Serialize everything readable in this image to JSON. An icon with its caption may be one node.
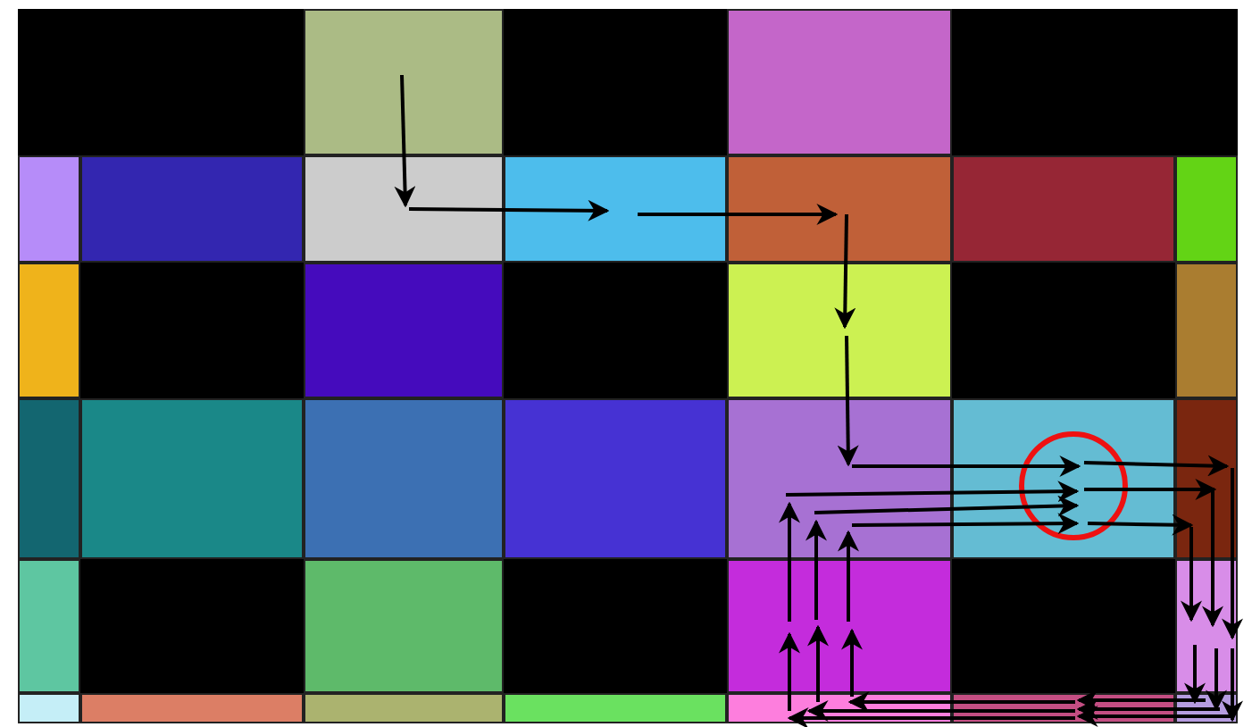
{
  "diagram": {
    "nodes": [
      {
        "text": [],
        "shape": "box"
      },
      {
        "text": [],
        "shape": "box"
      },
      {
        "text": [],
        "shape": "box"
      },
      {
        "text": [],
        "shape": "box"
      },
      {
        "text": [],
        "shape": "box"
      },
      {
        "text": [],
        "shape": "box"
      },
      {
        "text": [],
        "shape": "box"
      },
      {
        "text": [],
        "shape": "box"
      },
      {
        "text": [],
        "shape": "box"
      },
      {
        "text": [],
        "shape": "box"
      },
      {
        "text": [],
        "shape": "box"
      },
      {
        "text": [],
        "shape": "box"
      },
      {
        "text": [],
        "shape": "box"
      },
      {
        "text": [],
        "shape": "box"
      },
      {
        "text": [],
        "shape": "box"
      },
      {
        "text": [],
        "shape": "box"
      },
      {
        "text": [],
        "shape": "box"
      },
      {
        "text": [],
        "shape": "box"
      },
      {
        "text": [],
        "shape": "box"
      },
      {
        "text": [],
        "shape": "box"
      },
      {
        "text": [],
        "shape": "box"
      },
      {
        "text": [],
        "shape": "box"
      },
      {
        "text": [],
        "shape": "box"
      },
      {
        "text": [],
        "shape": "box"
      },
      {
        "text": [],
        "shape": "box"
      },
      {
        "text": [],
        "shape": "box"
      },
      {
        "text": [],
        "shape": "box"
      },
      {
        "text": [],
        "shape": "box"
      },
      {
        "text": [],
        "shape": "box"
      },
      {
        "text": [],
        "shape": "box"
      },
      {
        "text": [],
        "shape": "box"
      }
    ],
    "edges": [
      {
        "from": 0,
        "to": 4,
        "arrow": "to"
      },
      {
        "from": 4,
        "to": 5,
        "arrow": "to"
      },
      {
        "from": 5,
        "to": 6,
        "arrow": "to"
      },
      {
        "from": 6,
        "to": 11,
        "arrow": "to"
      },
      {
        "from": 11,
        "to": 17,
        "arrow": "to"
      },
      {
        "from": 17,
        "to": 18,
        "arrow": "to"
      },
      {
        "from": 18,
        "to": 19,
        "arrow": "to"
      },
      {
        "from": 18,
        "to": 19,
        "arrow": "to"
      },
      {
        "from": 18,
        "to": 19,
        "arrow": "to"
      },
      {
        "from": 19,
        "to": 23,
        "arrow": "to"
      },
      {
        "from": 19,
        "to": 23,
        "arrow": "to"
      },
      {
        "from": 19,
        "to": 23,
        "arrow": "to"
      },
      {
        "from": 23,
        "to": 30,
        "arrow": "to"
      },
      {
        "from": 23,
        "to": 30,
        "arrow": "to"
      },
      {
        "from": 23,
        "to": 30,
        "arrow": "to"
      },
      {
        "from": 30,
        "to": 29,
        "arrow": "to"
      },
      {
        "from": 30,
        "to": 29,
        "arrow": "to"
      },
      {
        "from": 30,
        "to": 29,
        "arrow": "to"
      },
      {
        "from": 29,
        "to": 28,
        "arrow": "to"
      },
      {
        "from": 29,
        "to": 28,
        "arrow": "to"
      },
      {
        "from": 29,
        "to": 28,
        "arrow": "to"
      },
      {
        "from": 28,
        "to": 22,
        "arrow": "to"
      },
      {
        "from": 28,
        "to": 22,
        "arrow": "to"
      },
      {
        "from": 28,
        "to": 22,
        "arrow": "to"
      },
      {
        "from": 22,
        "to": 17,
        "arrow": "to"
      },
      {
        "from": 22,
        "to": 17,
        "arrow": "to"
      },
      {
        "from": 22,
        "to": 17,
        "arrow": "to"
      },
      {
        "from": 17,
        "to": 18,
        "arrow": "to"
      },
      {
        "from": 17,
        "to": 18,
        "arrow": "to"
      },
      {
        "from": 17,
        "to": 18,
        "arrow": "to"
      }
    ]
  }
}
